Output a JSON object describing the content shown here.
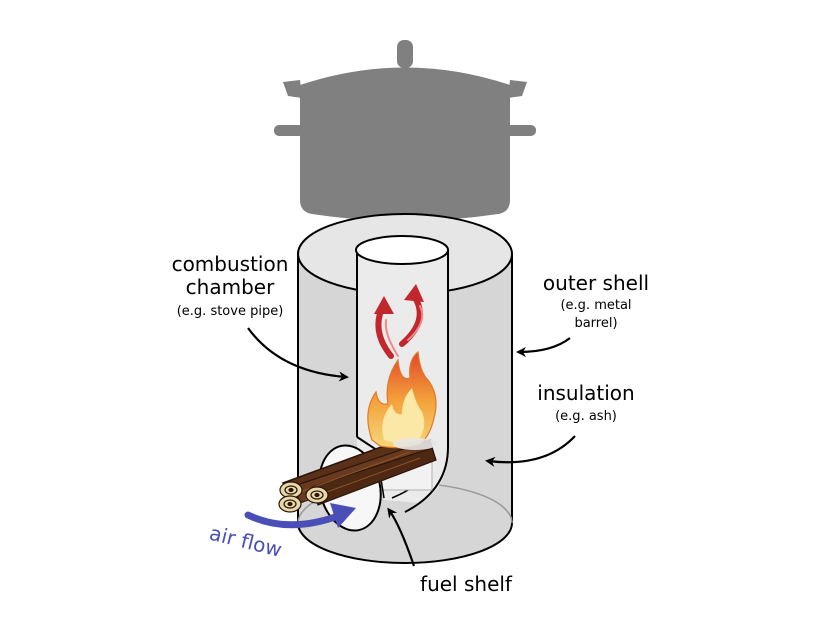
{
  "labels": {
    "combustion_chamber": {
      "line1": "combustion",
      "line2": "chamber",
      "note": "(e.g. stove pipe)"
    },
    "outer_shell": {
      "title": "outer shell",
      "note_line1": "(e.g. metal",
      "note_line2": "barrel)"
    },
    "insulation": {
      "title": "insulation",
      "note": "(e.g. ash)"
    },
    "fuel_shelf": "fuel shelf",
    "air_flow": "air flow"
  },
  "icons": [
    "cooking-pot-icon",
    "flame-icon",
    "hot-air-arrow-icon",
    "firewood-logs-icon",
    "air-flow-arrow-icon"
  ],
  "colors": {
    "pot": "#808080",
    "shell_fill": "#d6d6d6",
    "shell_stroke": "#000000",
    "hot_air": "#c1272d",
    "flame_outer": "#e9502a",
    "flame_inner": "#f7c948",
    "air_flow": "#4a4fb8",
    "wood": "#5a3018",
    "wood_end": "#e8d9a8"
  }
}
